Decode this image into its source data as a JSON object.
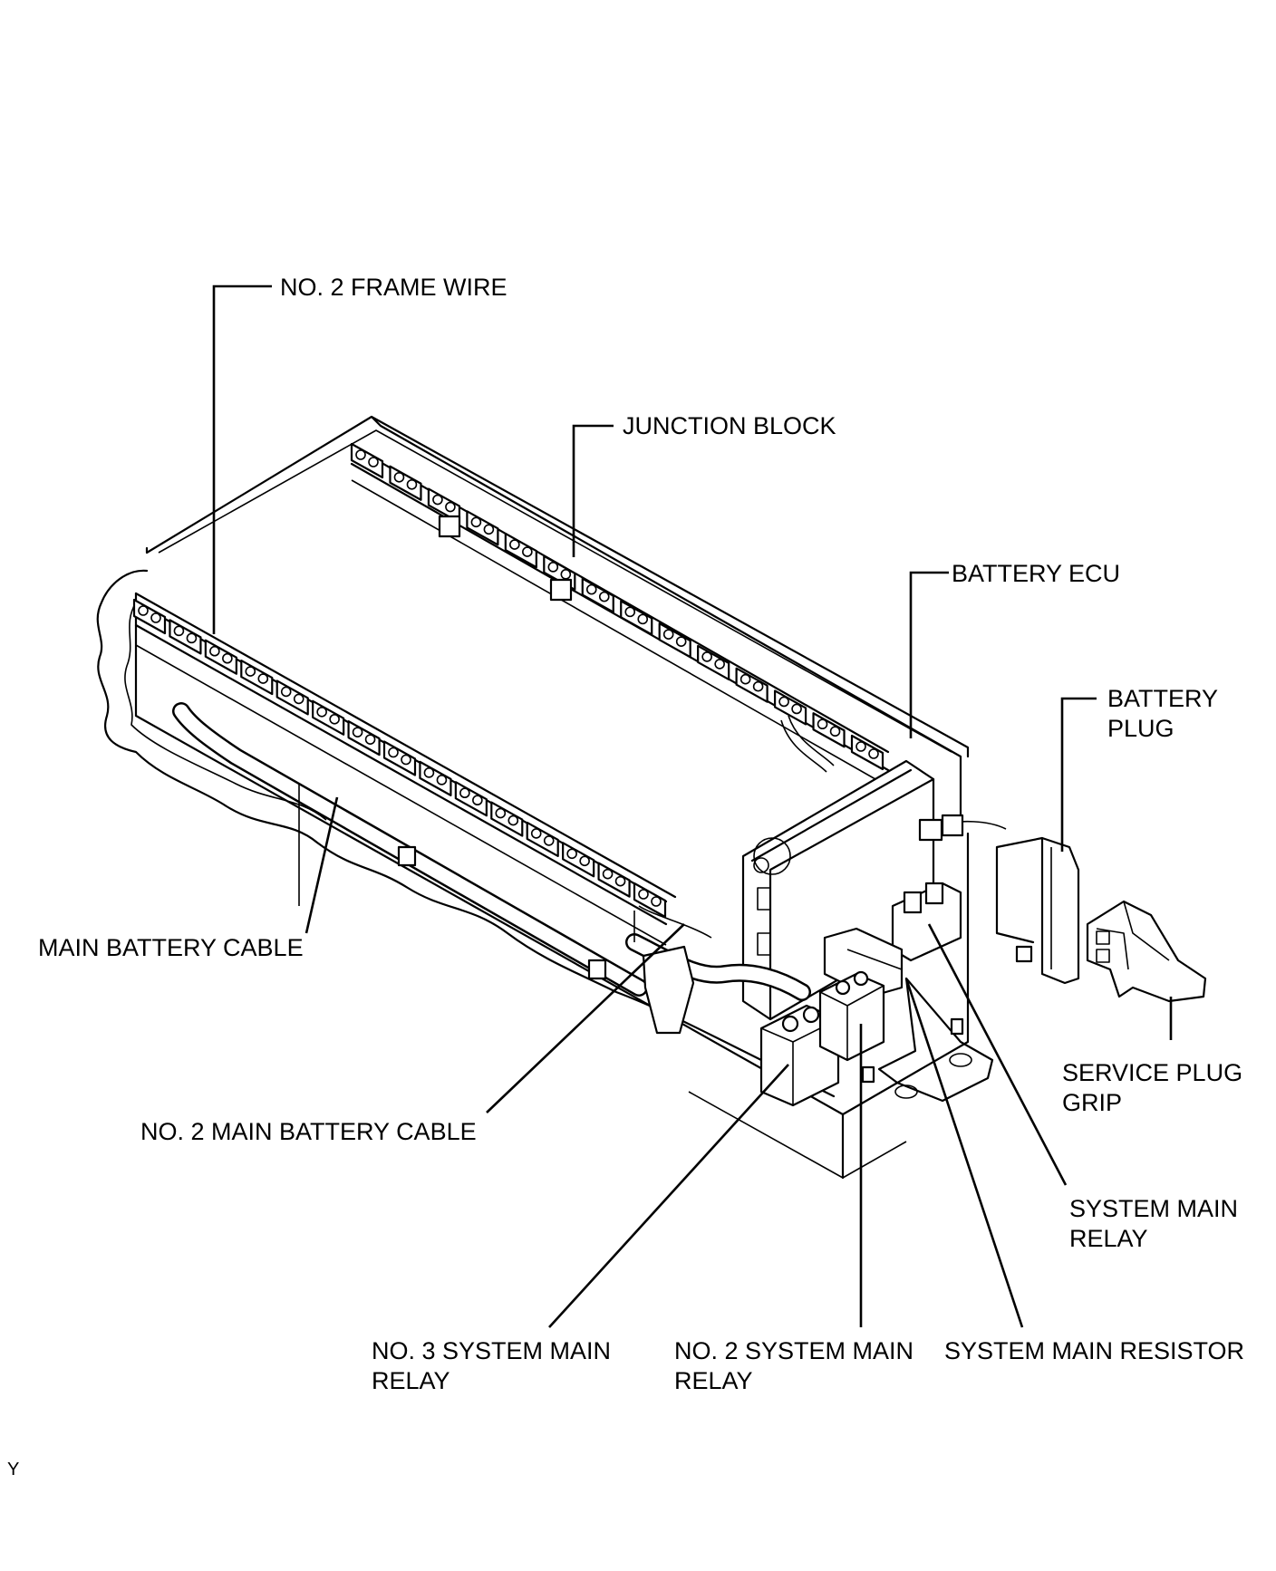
{
  "labels": {
    "frame_wire": "NO. 2 FRAME WIRE",
    "junction_block": "JUNCTION BLOCK",
    "battery_ecu": "BATTERY ECU",
    "battery_plug_1": "BATTERY",
    "battery_plug_2": "PLUG",
    "main_battery_cable": "MAIN BATTERY CABLE",
    "service_plug_grip_1": "SERVICE PLUG",
    "service_plug_grip_2": "GRIP",
    "no2_main_battery_cable": "NO. 2 MAIN BATTERY CABLE",
    "system_main_relay_1": "SYSTEM MAIN",
    "system_main_relay_2": "RELAY",
    "no3_system_main_relay_1": "NO. 3 SYSTEM MAIN",
    "no3_system_main_relay_2": "RELAY",
    "no2_system_main_relay_1": "NO. 2 SYSTEM MAIN",
    "no2_system_main_relay_2": "RELAY",
    "system_main_resistor": "SYSTEM MAIN RESISTOR"
  },
  "corner_mark": "Y"
}
